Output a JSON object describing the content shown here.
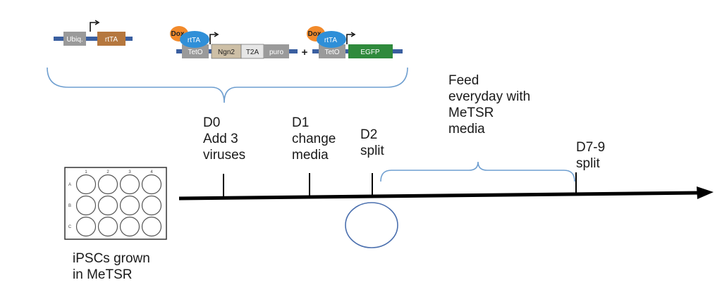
{
  "constructs": {
    "ubiq_promoter": "Ubiq.",
    "rtta_gene": "rtTA",
    "dox_label": "Dox",
    "rtta_protein": "rtTA",
    "teto": "TetO",
    "ngn2": "Ngn2",
    "t2a": "T2A",
    "puro": "puro",
    "plus": "+",
    "egfp": "EGFP"
  },
  "plate": {
    "columns": [
      "1",
      "2",
      "3",
      "4"
    ],
    "rows": [
      "A",
      "B",
      "C"
    ],
    "caption": [
      "iPSCs grown",
      "in MeTSR"
    ]
  },
  "timeline": {
    "d0": [
      "D0",
      "Add 3",
      "viruses"
    ],
    "d1": [
      "D1",
      "change",
      "media"
    ],
    "d2": [
      "D2",
      "split"
    ],
    "feed": [
      "Feed",
      "everyday with",
      "MeTSR",
      "media"
    ],
    "d79": [
      "D7-9",
      "split"
    ]
  },
  "colors": {
    "backbone": "#3a5fa0",
    "grey_box": "#9a9a9a",
    "rtta_box": "#b5773e",
    "ngn2_box": "#cdbfa6",
    "t2a_box": "#e6e6e6",
    "egfp_box": "#2f8a3c",
    "dox": "#f28a2b",
    "rtta_protein": "#2f8fd8",
    "brace": "#6f9fd0",
    "dish": "#4a6fae"
  }
}
